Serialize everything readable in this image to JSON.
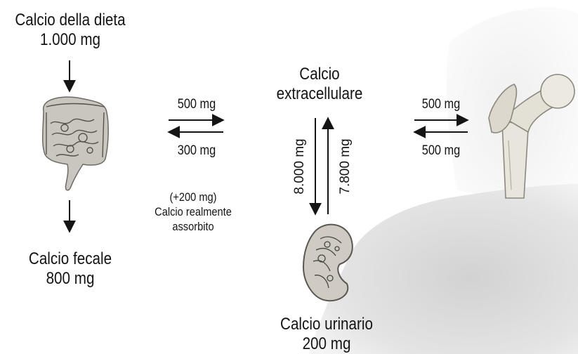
{
  "diet": {
    "title": "Calcio della dieta",
    "amount": "1.000 mg"
  },
  "feces": {
    "title": "Calcio fecale",
    "amount": "800 mg"
  },
  "extracellular": {
    "line1": "Calcio",
    "line2": "extracellulare"
  },
  "urine": {
    "title": "Calcio urinario",
    "amount": "200 mg"
  },
  "gut_flux": {
    "in": "500 mg",
    "out": "300 mg"
  },
  "absorbed_note": {
    "line1": "(+200 mg)",
    "line2": "Calcio realmente",
    "line3": "assorbito"
  },
  "bone_flux": {
    "in": "500 mg",
    "out": "500 mg"
  },
  "kidney_flux": {
    "filtered": "8.000 mg",
    "reabsorbed": "7.800 mg"
  },
  "colors": {
    "ink": "#141414",
    "bone": "#e8e5dc",
    "background_body": "#dadada"
  },
  "icons": [
    "intestine-icon",
    "kidney-icon",
    "femur-icon"
  ]
}
